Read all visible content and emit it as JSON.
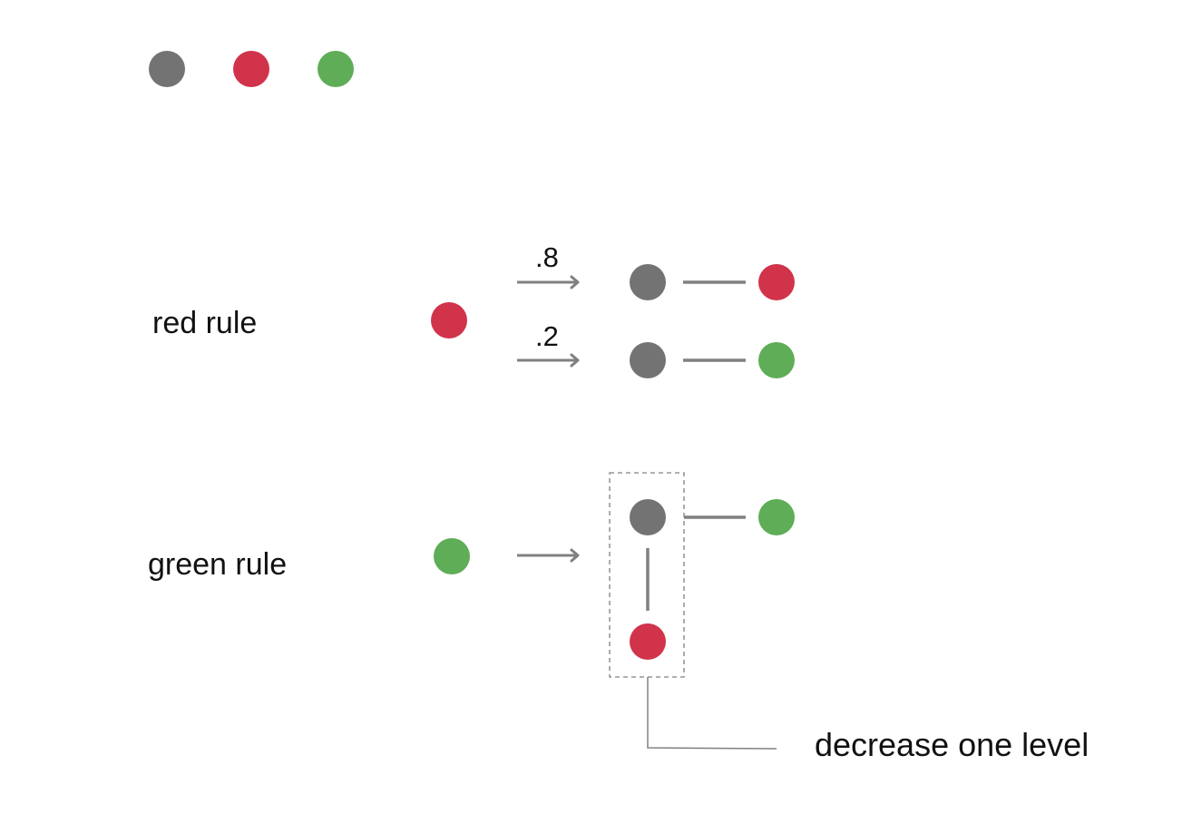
{
  "colors": {
    "gray": "#737373",
    "red": "#d1334b",
    "green": "#5fad56",
    "line": "#808080",
    "text": "#111111"
  },
  "legend": {
    "nodes": [
      "gray",
      "red",
      "green"
    ]
  },
  "red_rule": {
    "label": "red rule",
    "input": "red",
    "branches": [
      {
        "probability": ".8",
        "from": "gray",
        "to": "red"
      },
      {
        "probability": ".2",
        "from": "gray",
        "to": "green"
      }
    ]
  },
  "green_rule": {
    "label": "green rule",
    "input": "green",
    "result": {
      "top": "gray",
      "right": "green",
      "bottom": "red"
    },
    "annotation": "decrease one level"
  }
}
